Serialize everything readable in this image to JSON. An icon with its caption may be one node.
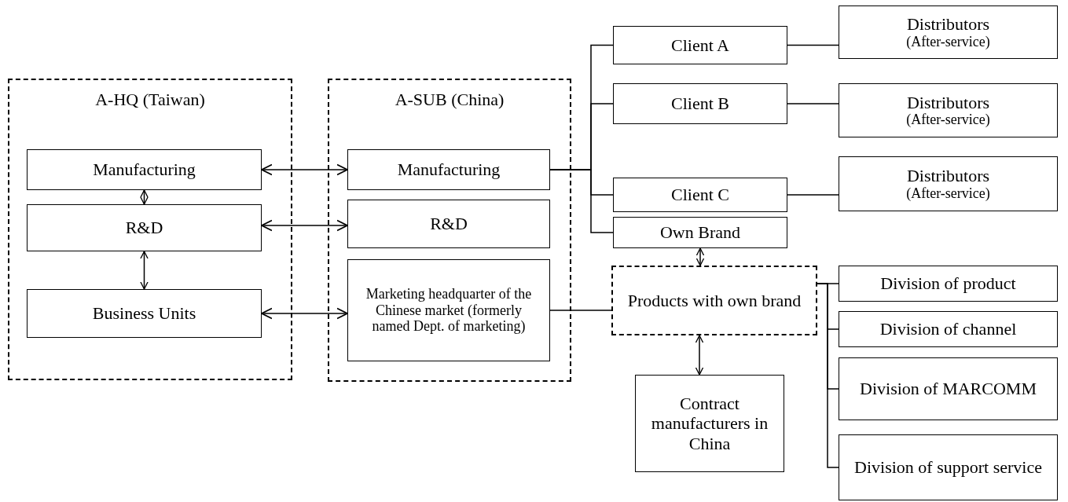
{
  "diagram": {
    "nodes": [
      {
        "text": [
          "A-HQ (Taiwan)"
        ]
      },
      {
        "text": [
          "Manufacturing"
        ],
        "in": 0
      },
      {
        "text": [
          "R&D"
        ],
        "in": 0
      },
      {
        "text": [
          "Business Units"
        ],
        "in": 0
      },
      {
        "text": [
          "A-SUB (China)"
        ]
      },
      {
        "text": [
          "Manufacturing"
        ],
        "in": 4
      },
      {
        "text": [
          "R&D"
        ],
        "in": 4
      },
      {
        "text": [
          "Marketing headquarter of the Chinese market (formerly named Dept. of marketing)"
        ],
        "in": 4
      },
      {
        "text": [
          "Client A"
        ]
      },
      {
        "text": [
          "Distributors",
          "(After-service)"
        ]
      },
      {
        "text": [
          "Client B"
        ]
      },
      {
        "text": [
          "Distributors",
          "(After-service)"
        ]
      },
      {
        "text": [
          "Client C"
        ]
      },
      {
        "text": [
          "Distributors",
          "(After-service)"
        ]
      },
      {
        "text": [
          "Own Brand"
        ]
      },
      {
        "text": [
          "Products with own brand"
        ]
      },
      {
        "text": [
          "Contract manufacturers in China"
        ]
      },
      {
        "text": [
          "Division of product"
        ]
      },
      {
        "text": [
          "Division of channel"
        ]
      },
      {
        "text": [
          "Division of MARCOMM"
        ]
      },
      {
        "text": [
          "Division of support service"
        ]
      }
    ],
    "edges": [
      {
        "from": 1,
        "to": 5,
        "arrow": "both"
      },
      {
        "from": 2,
        "to": 6,
        "arrow": "both"
      },
      {
        "from": 3,
        "to": 7,
        "arrow": "both"
      },
      {
        "from": 1,
        "to": 2,
        "arrow": "both"
      },
      {
        "from": 2,
        "to": 3,
        "arrow": "both"
      },
      {
        "from": 5,
        "to": 8,
        "arrow": "none"
      },
      {
        "from": 5,
        "to": 10,
        "arrow": "none"
      },
      {
        "from": 5,
        "to": 12,
        "arrow": "none"
      },
      {
        "from": 5,
        "to": 14,
        "arrow": "none"
      },
      {
        "from": 8,
        "to": 9,
        "arrow": "none"
      },
      {
        "from": 10,
        "to": 11,
        "arrow": "none"
      },
      {
        "from": 12,
        "to": 13,
        "arrow": "none"
      },
      {
        "from": 14,
        "to": 15,
        "arrow": "both"
      },
      {
        "from": 7,
        "to": 15,
        "arrow": "none"
      },
      {
        "from": 15,
        "to": 16,
        "arrow": "both"
      },
      {
        "from": 15,
        "to": 17,
        "arrow": "none"
      },
      {
        "from": 15,
        "to": 18,
        "arrow": "none"
      },
      {
        "from": 15,
        "to": 19,
        "arrow": "none"
      },
      {
        "from": 15,
        "to": 20,
        "arrow": "none"
      }
    ]
  }
}
